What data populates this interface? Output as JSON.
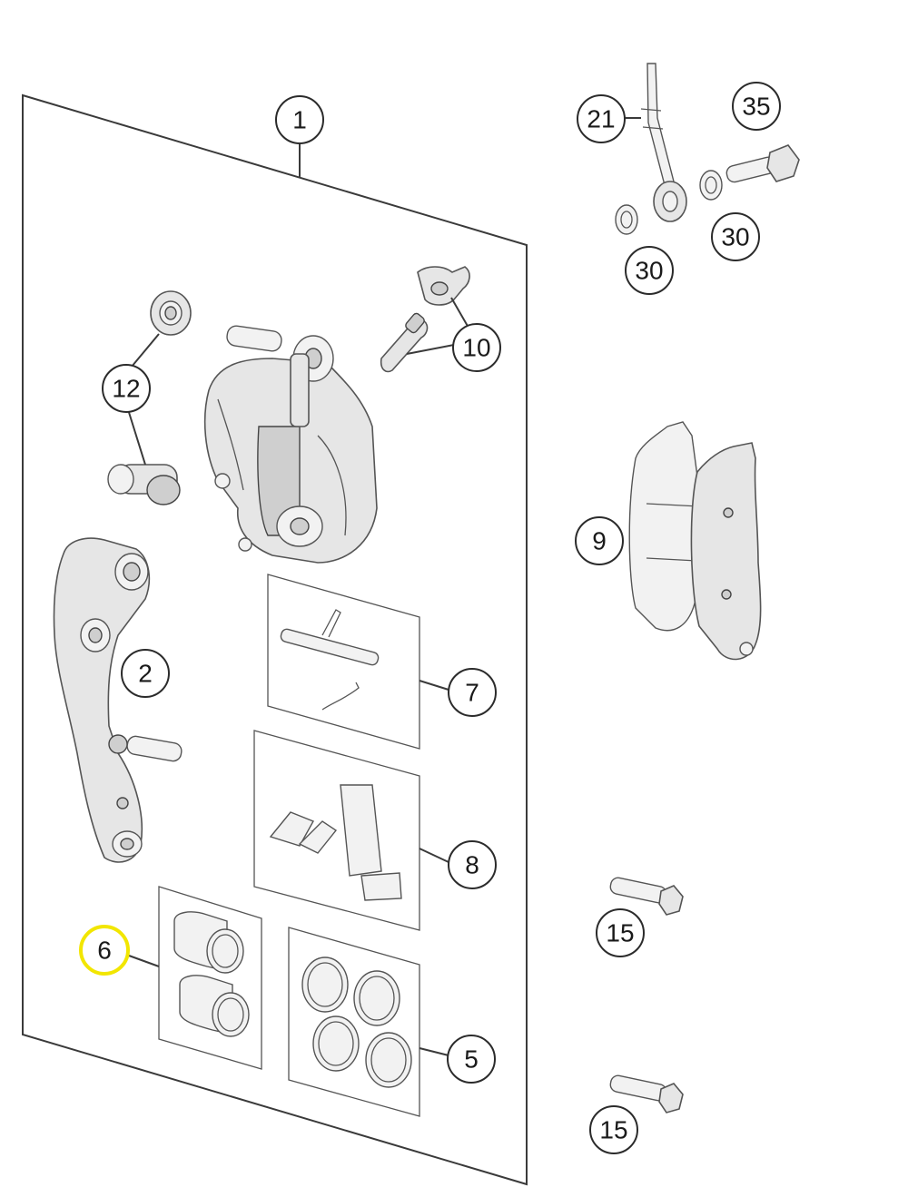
{
  "callouts": [
    {
      "id": "c1",
      "label": "1"
    },
    {
      "id": "c2",
      "label": "2"
    },
    {
      "id": "c5",
      "label": "5"
    },
    {
      "id": "c6",
      "label": "6",
      "highlighted": true
    },
    {
      "id": "c7",
      "label": "7"
    },
    {
      "id": "c8",
      "label": "8"
    },
    {
      "id": "c9",
      "label": "9"
    },
    {
      "id": "c10",
      "label": "10"
    },
    {
      "id": "c12",
      "label": "12"
    },
    {
      "id": "c15a",
      "label": "15"
    },
    {
      "id": "c15b",
      "label": "15"
    },
    {
      "id": "c21",
      "label": "21"
    },
    {
      "id": "c30a",
      "label": "30"
    },
    {
      "id": "c30b",
      "label": "30"
    },
    {
      "id": "c35",
      "label": "35"
    }
  ],
  "colors": {
    "highlight": "#f2e600",
    "outline": "#2b2b2b",
    "part_fill": "#e6e6e6"
  }
}
